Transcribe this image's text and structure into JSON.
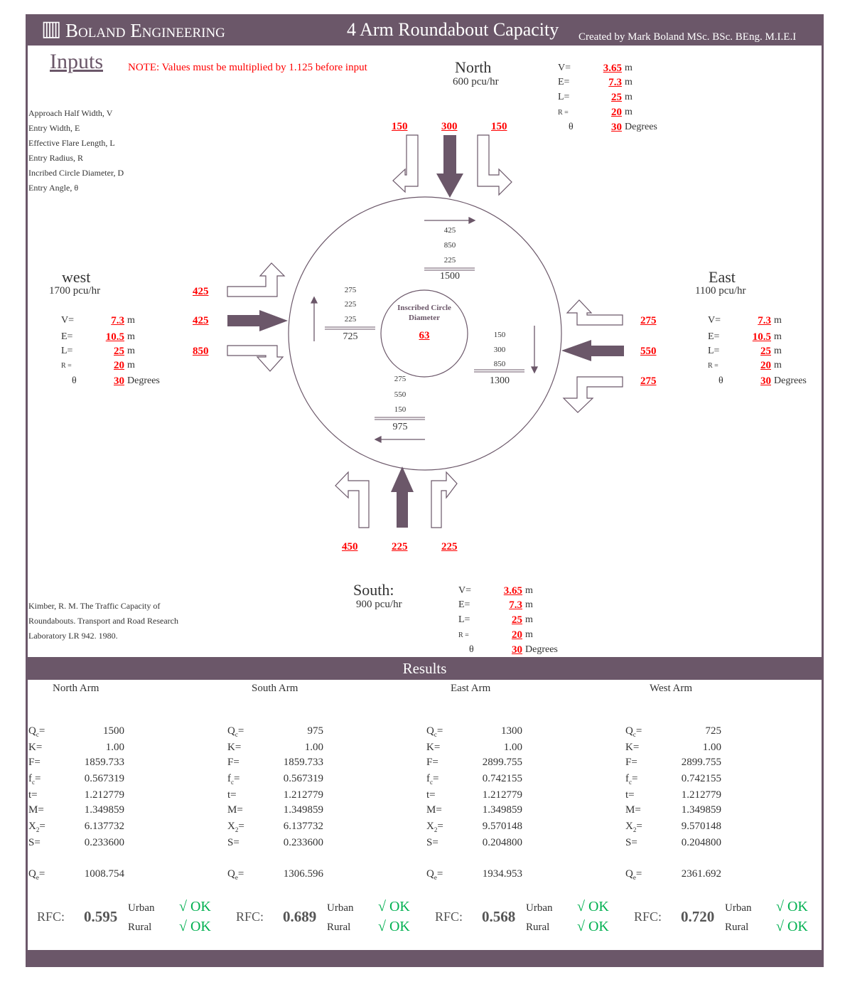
{
  "header": {
    "brand": "Boland Engineering",
    "title": "4 Arm Roundabout Capacity",
    "credit": "Created by Mark Boland MSc. BSc. BEng. M.I.E.I"
  },
  "inputs": {
    "title": "Inputs",
    "note": "NOTE: Values must be multiplied by 1.125 before input",
    "legend": [
      "Approach Half Width, V",
      "Entry Width, E",
      "Effective Flare Length, L",
      "Entry Radius, R",
      "Incribed Circle Diameter, D",
      "Entry Angle, θ"
    ]
  },
  "param_labels": [
    "V=",
    "E=",
    "L=",
    "R =",
    "θ"
  ],
  "units": [
    "m",
    "m",
    "m",
    "m",
    "Degrees"
  ],
  "north": {
    "name": "North",
    "flow": "600 pcu/hr",
    "params": [
      "3.65",
      "7.3",
      "25",
      "20",
      "30"
    ],
    "turns": [
      "150",
      "300",
      "150"
    ]
  },
  "west": {
    "name": "west",
    "flow": "1700 pcu/hr",
    "params": [
      "7.3",
      "10.5",
      "25",
      "20",
      "30"
    ],
    "turns": [
      "425",
      "425",
      "850"
    ]
  },
  "east": {
    "name": "East",
    "flow": "1100 pcu/hr",
    "params": [
      "7.3",
      "10.5",
      "25",
      "20",
      "30"
    ],
    "turns": [
      "275",
      "550",
      "275"
    ]
  },
  "south": {
    "name": "South:",
    "flow": "900 pcu/hr",
    "params": [
      "3.65",
      "7.3",
      "25",
      "20",
      "30"
    ],
    "turns": [
      "450",
      "225",
      "225"
    ]
  },
  "circle": {
    "label1": "Inscribed Circle",
    "label2": "Diameter",
    "diameter": "63",
    "top": [
      "425",
      "850",
      "225",
      "1500"
    ],
    "left": [
      "275",
      "225",
      "225",
      "725"
    ],
    "right": [
      "150",
      "300",
      "850",
      "1300"
    ],
    "bottom": [
      "275",
      "550",
      "150",
      "975"
    ]
  },
  "reference": [
    "Kimber, R. M. The Traffic Capacity of",
    "Roundabouts. Transport and Road Research",
    "Laboratory LR 942. 1980."
  ],
  "results": {
    "title": "Results",
    "row_labels": [
      [
        "Q",
        "c"
      ],
      [
        "K",
        ""
      ],
      [
        "F",
        ""
      ],
      [
        "f",
        "c"
      ],
      [
        "t",
        ""
      ],
      [
        "M",
        ""
      ],
      [
        "X",
        "2"
      ],
      [
        "S",
        ""
      ]
    ],
    "qe_label": [
      "Q",
      "e"
    ],
    "rfc_label": "RFC:",
    "urban": "Urban",
    "rural": "Rural",
    "arms": [
      {
        "name": "North Arm",
        "values": [
          "1500",
          "1.00",
          "1859.733",
          "0.567319",
          "1.212779",
          "1.349859",
          "6.137732",
          "0.233600"
        ],
        "qe": "1008.754",
        "rfc": "0.595",
        "urban_status": "√ OK",
        "rural_status": "√ OK"
      },
      {
        "name": "South Arm",
        "values": [
          "975",
          "1.00",
          "1859.733",
          "0.567319",
          "1.212779",
          "1.349859",
          "6.137732",
          "0.233600"
        ],
        "qe": "1306.596",
        "rfc": "0.689",
        "urban_status": "√ OK",
        "rural_status": "√ OK"
      },
      {
        "name": "East Arm",
        "values": [
          "1300",
          "1.00",
          "2899.755",
          "0.742155",
          "1.212779",
          "1.349859",
          "9.570148",
          "0.204800"
        ],
        "qe": "1934.953",
        "rfc": "0.568",
        "urban_status": "√ OK",
        "rural_status": "√ OK"
      },
      {
        "name": "West Arm",
        "values": [
          "725",
          "1.00",
          "2899.755",
          "0.742155",
          "1.212779",
          "1.349859",
          "9.570148",
          "0.204800"
        ],
        "qe": "2361.692",
        "rfc": "0.720",
        "urban_status": "√ OK",
        "rural_status": "√ OK"
      }
    ]
  },
  "colors": {
    "brand": "#6b5769",
    "input": "#ff0000",
    "ok": "#00b050"
  }
}
